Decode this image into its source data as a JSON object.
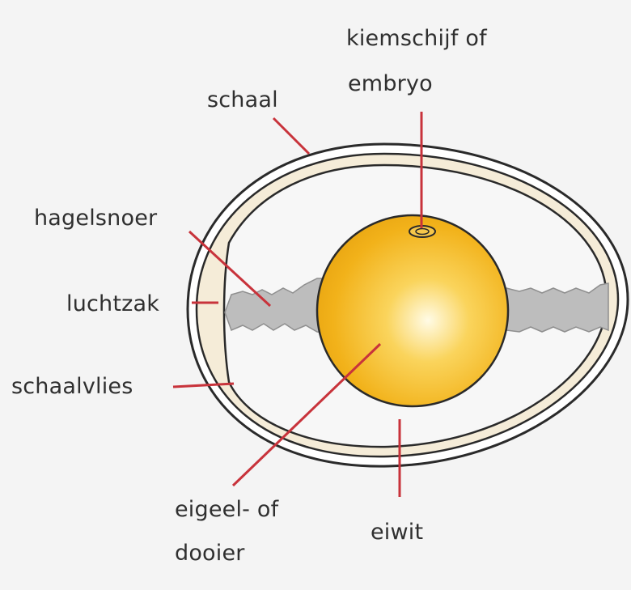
{
  "diagram": {
    "labels": {
      "kiemschijf_line1": "kiemschijf of",
      "kiemschijf_line2": "embryo",
      "schaal": "schaal",
      "hagelsnoer": "hagelsnoer",
      "luchtzak": "luchtzak",
      "schaalvlies": "schaalvlies",
      "eigeel_line1": "eigeel- of",
      "eigeel_line2": "dooier",
      "eiwit": "eiwit"
    },
    "colors": {
      "background": "#f4f4f4",
      "shell_outline": "#2a2a2a",
      "membrane_fill": "#f5ecd8",
      "egg_white": "#f7f7f7",
      "yolk": "#f3b51c",
      "chalaza": "#bdbdbd",
      "leader_line": "#c8333b",
      "text": "#2f2f2f"
    }
  }
}
